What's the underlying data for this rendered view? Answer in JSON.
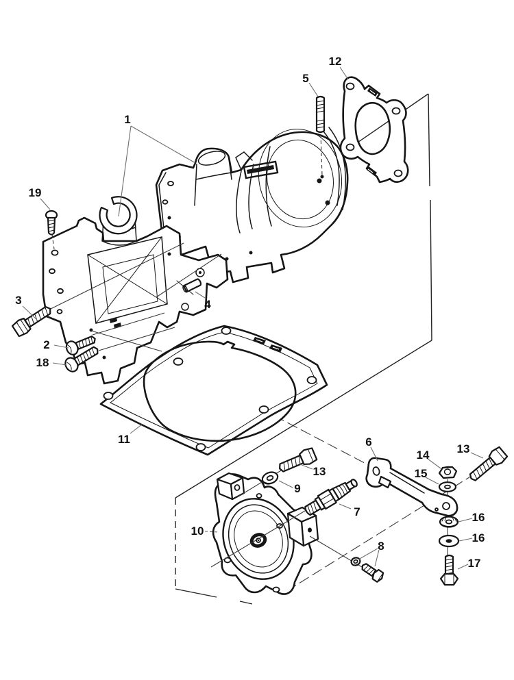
{
  "diagram": {
    "type": "exploded-parts-diagram",
    "background": "#ffffff",
    "ink_color": "#161616",
    "leader_color": "#6e6e6e",
    "callouts": [
      {
        "label": "1"
      },
      {
        "label": "19"
      },
      {
        "label": "3"
      },
      {
        "label": "2"
      },
      {
        "label": "18"
      },
      {
        "label": "5"
      },
      {
        "label": "12"
      },
      {
        "label": "4"
      },
      {
        "label": "11"
      },
      {
        "label": "6"
      },
      {
        "label": "14"
      },
      {
        "label": "15"
      },
      {
        "label": "13"
      },
      {
        "label": "13"
      },
      {
        "label": "9"
      },
      {
        "label": "7"
      },
      {
        "label": "10"
      },
      {
        "label": "8"
      },
      {
        "label": "16"
      },
      {
        "label": "16"
      },
      {
        "label": "17"
      }
    ]
  }
}
